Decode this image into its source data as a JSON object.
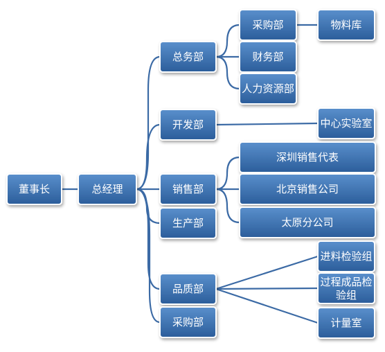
{
  "diagram": {
    "root": {
      "label": "董事长"
    },
    "gm": {
      "label": "总经理"
    },
    "departments": [
      {
        "label": "总务部",
        "children": [
          {
            "label": "采购部",
            "children": [
              {
                "label": "物料库"
              }
            ]
          },
          {
            "label": "财务部"
          },
          {
            "label": "人力资源部"
          }
        ]
      },
      {
        "label": "开发部",
        "children": [
          {
            "label": "中心实验室"
          }
        ]
      },
      {
        "label": "销售部",
        "children": [
          {
            "label": "深圳销售代表"
          },
          {
            "label": "北京销售公司"
          },
          {
            "label": "太原分公司"
          }
        ]
      },
      {
        "label": "生产部"
      },
      {
        "label": "品质部",
        "children": [
          {
            "label": "进料检验组"
          },
          {
            "label": "过程成品检验组"
          },
          {
            "label": "计量室"
          }
        ]
      },
      {
        "label": "采购部"
      }
    ]
  },
  "colors": {
    "box_top": "#5a8fcc",
    "box_bottom": "#2b5d9a",
    "connector": "#3b6aa5",
    "text": "#ffffff"
  }
}
